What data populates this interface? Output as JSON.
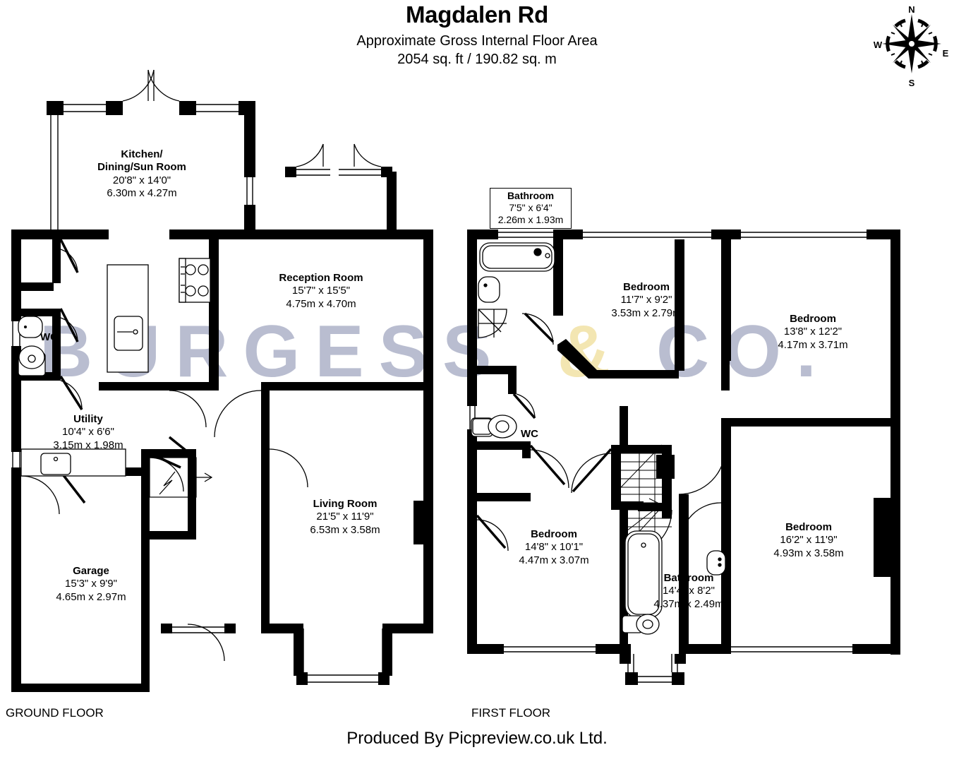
{
  "header": {
    "title": "Magdalen Rd",
    "subtitle_line1": "Approximate Gross Internal Floor Area",
    "subtitle_line2": "2054 sq. ft / 190.82 sq. m"
  },
  "compass": {
    "north": "N",
    "east": "E",
    "south": "S",
    "west": "W"
  },
  "watermark": {
    "text_left": "BURGESS",
    "ampersand": "&",
    "text_right": "CO.",
    "color_text": "#b9bdd0",
    "color_ampersand": "#f3e6b2"
  },
  "floors": [
    {
      "id": "ground",
      "tag": "GROUND FLOOR"
    },
    {
      "id": "first",
      "tag": "FIRST FLOOR"
    }
  ],
  "ground_floor_rooms": [
    {
      "name": "Kitchen/",
      "name2": "Dining/Sun Room",
      "imperial": "20'8\" x 14'0\"",
      "metric": "6.30m x 4.27m"
    },
    {
      "name": "Reception Room",
      "imperial": "15'7\" x 15'5\"",
      "metric": "4.75m x 4.70m"
    },
    {
      "name": "Utility",
      "imperial": "10'4\" x 6'6\"",
      "metric": "3.15m x 1.98m"
    },
    {
      "name": "Living Room",
      "imperial": "21'5\" x 11'9\"",
      "metric": "6.53m x 3.58m"
    },
    {
      "name": "Garage",
      "imperial": "15'3\" x 9'9\"",
      "metric": "4.65m x 2.97m"
    },
    {
      "name": "WC"
    }
  ],
  "first_floor_rooms": [
    {
      "name": "Bathroom",
      "imperial": "7'5\" x 6'4\"",
      "metric": "2.26m x 1.93m",
      "boxed": true
    },
    {
      "name": "Bedroom",
      "imperial": "11'7\" x 9'2\"",
      "metric": "3.53m x 2.79m"
    },
    {
      "name": "Bedroom",
      "imperial": "13'8\" x 12'2\"",
      "metric": "4.17m x 3.71m"
    },
    {
      "name": "Bedroom",
      "imperial": "14'8\" x 10'1\"",
      "metric": "4.47m x 3.07m"
    },
    {
      "name": "Bathroom",
      "imperial": "14'4\" x 8'2\"",
      "metric": "4.37m x 2.49m"
    },
    {
      "name": "Bedroom",
      "imperial": "16'2\" x 11'9\"",
      "metric": "4.93m x 3.58m"
    },
    {
      "name": "WC"
    }
  ],
  "footer": {
    "producer": "Produced By Picpreview.co.uk Ltd."
  }
}
